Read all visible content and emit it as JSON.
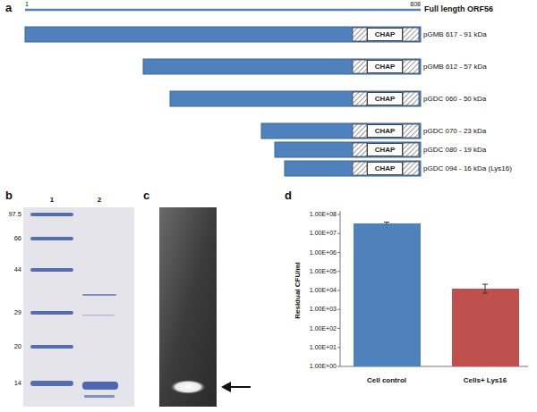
{
  "diagram": {
    "nodes": [
      {
        "text": [
          "CHAP"
        ]
      },
      {
        "text": [
          "CHAP"
        ]
      },
      {
        "text": [
          "CHAP"
        ]
      },
      {
        "text": [
          "CHAP"
        ]
      },
      {
        "text": [
          "CHAP"
        ]
      },
      {
        "text": [
          "CHAP"
        ]
      }
    ],
    "labels": [
      "a",
      "1",
      "808",
      "Full length ORF56",
      "pGMB 617 - 91 kDa",
      "pGMB 612 - 57 kDa",
      "pGDC 060 - 50 kDa",
      "pGDC 070 - 23 kDa",
      "pGDC 080 - 19 kDa",
      "pGDC 094 - 16 kDa (Lys16)",
      "b",
      "1",
      "2",
      "97.5",
      "66",
      "44",
      "29",
      "20",
      "14",
      "c",
      "d",
      "1.00E+08",
      "1.00E+07",
      "1.00E+06",
      "1.00E+05",
      "1.00E+04",
      "1.00E+03",
      "1.00E+02",
      "1.00E+01",
      "1.00E+00",
      "Residual CFU/ml",
      "Cell control",
      "Cells+ Lys16"
    ]
  }
}
